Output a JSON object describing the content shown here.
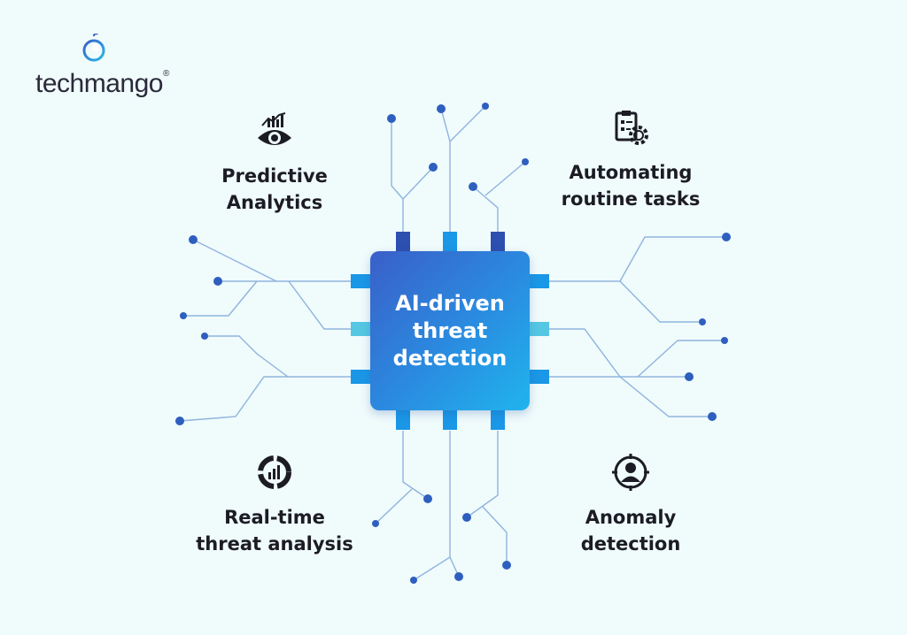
{
  "brand": {
    "name": "techmango",
    "registered": "®"
  },
  "center": {
    "label": "AI-driven threat detection"
  },
  "features": [
    {
      "title": "Predictive Analytics",
      "icon": "eye-analytics-icon"
    },
    {
      "title": "Automating routine tasks",
      "icon": "clipboard-gear-icon"
    },
    {
      "title": "Real-time threat analysis",
      "icon": "donut-chart-icon"
    },
    {
      "title": "Anomaly detection",
      "icon": "target-person-icon"
    }
  ],
  "colors": {
    "background": "#f0fbfc",
    "line": "#8fb4de",
    "node": "#2e5fbf",
    "pin_blue": "#1a97e6",
    "pin_dark": "#2d4fb0",
    "pin_light": "#55c7e3"
  }
}
